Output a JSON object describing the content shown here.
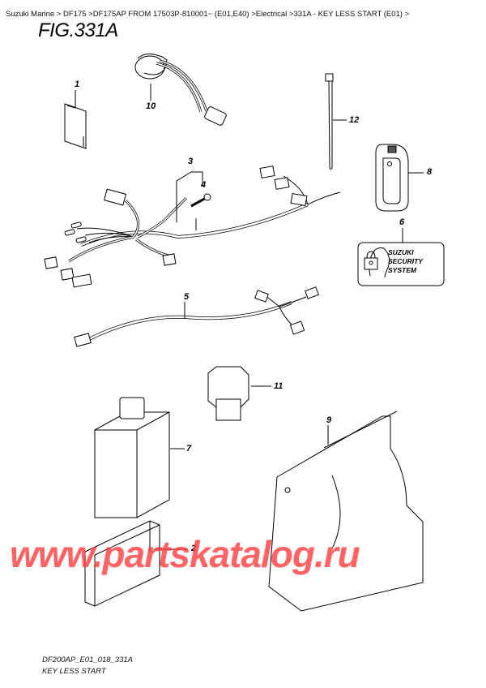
{
  "breadcrumb": {
    "items": [
      "Suzuki Marine",
      "DF175",
      "DF175AP FROM 17503P-810001~ (E01,E40)",
      "Electrical",
      "331A - KEY LESS START (E01)"
    ],
    "text": "Suzuki Marine > DF175 >DF175AP FROM 17503P-810001~ (E01,E40) >Electrical >331A - KEY LESS START (E01) >"
  },
  "figure": {
    "title": "FIG.331A",
    "code": "DF200AP_E01_018_331A",
    "caption": "KEY LESS START"
  },
  "callouts": [
    {
      "num": "1",
      "part": "label-card"
    },
    {
      "num": "2",
      "part": "case"
    },
    {
      "num": "3",
      "part": "wiring-harness"
    },
    {
      "num": "4",
      "part": "bolt"
    },
    {
      "num": "5",
      "part": "wiring-harness-sub"
    },
    {
      "num": "6",
      "part": "suzuki-security-system-label"
    },
    {
      "num": "7",
      "part": "control-unit"
    },
    {
      "num": "8",
      "part": "key-fob"
    },
    {
      "num": "9",
      "part": "bracket-cover"
    },
    {
      "num": "10",
      "part": "antenna-coil"
    },
    {
      "num": "11",
      "part": "relay"
    },
    {
      "num": "12",
      "part": "cable-tie"
    }
  ],
  "label6": {
    "line1": "SUZUKI",
    "line2": "SECURITY",
    "line3": "SYSTEM"
  },
  "watermark": "www.partskatalog.ru"
}
